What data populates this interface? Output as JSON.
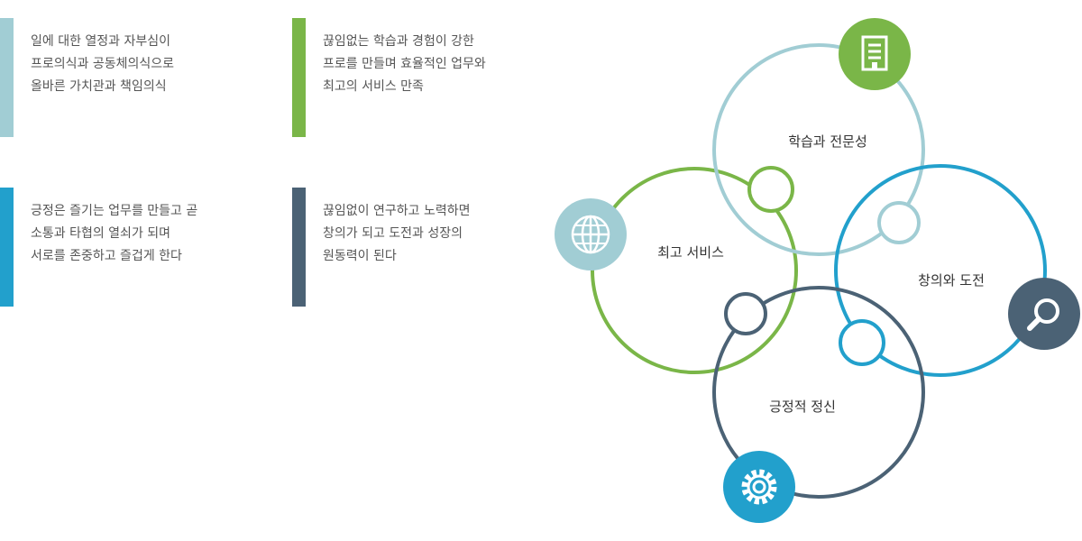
{
  "cards": [
    {
      "lines": [
        "일에 대한 열정과 자부심이",
        "프로의식과 공동체의식으로",
        "올바른 가치관과 책임의식"
      ],
      "color": "#a1cdd4"
    },
    {
      "lines": [
        "끊임없는 학습과 경험이 강한",
        "프로를 만들며 효율적인 업무와",
        "최고의 서비스 만족"
      ],
      "color": "#7ab648"
    },
    {
      "lines": [
        "긍정은 즐기는 업무를 만들고 곧",
        "소통과 타협의 열쇠가 되며",
        "서로를 존중하고 즐겁게 한다"
      ],
      "color": "#22a0cc"
    },
    {
      "lines": [
        "끊임없이 연구하고 노력하면",
        "창의가 되고 도전과 성장의",
        "원동력이 된다"
      ],
      "color": "#4b6275"
    }
  ],
  "nodes": [
    {
      "label": "학습과 전문성",
      "color": "#7ab648",
      "icon": "building-icon"
    },
    {
      "label": "최고 서비스",
      "color": "#a1cdd4",
      "icon": "globe-icon"
    },
    {
      "label": "창의와 도전",
      "color": "#4b6275",
      "icon": "magnifier-icon"
    },
    {
      "label": "긍정적 정신",
      "color": "#22a0cc",
      "icon": "gear-icon"
    }
  ]
}
